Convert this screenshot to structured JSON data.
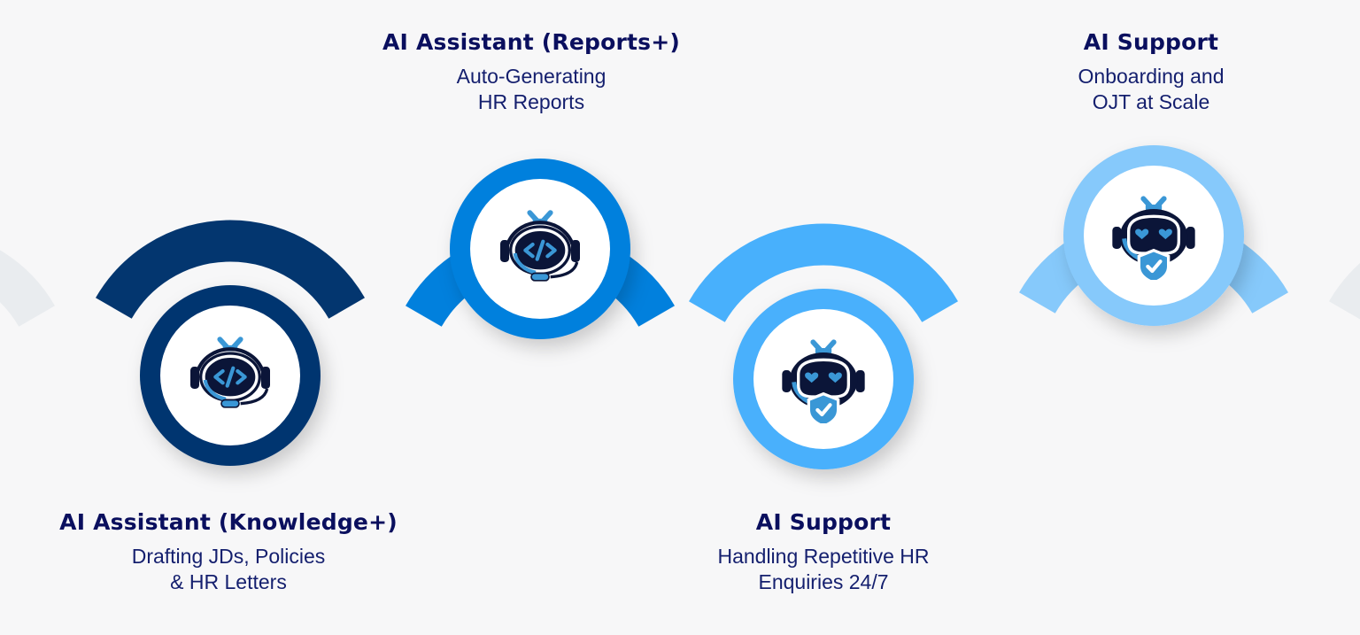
{
  "diagram": {
    "type": "process-timeline",
    "colors": {
      "background": "#f7f7f8",
      "text_dark": "#0a0f5e",
      "connector_grey": "#e9ecef",
      "robot_dark": "#0b1538",
      "robot_accent": "#3a97d6"
    },
    "steps": [
      {
        "title": "AI Assistant (Knowledge+)",
        "description_lines": [
          "Drafting JDs, Policies",
          "& HR Letters"
        ],
        "icon": "robot-code-headset-icon",
        "color": "#03366f"
      },
      {
        "title": "AI Assistant (Reports+)",
        "description_lines": [
          "Auto-Generating",
          "HR Reports"
        ],
        "icon": "robot-code-headset-icon",
        "color": "#0180dd"
      },
      {
        "title": "AI Support",
        "description_lines": [
          "Handling Repetitive HR",
          "Enquiries 24/7"
        ],
        "icon": "robot-heart-shield-icon",
        "color": "#48b0fc"
      },
      {
        "title": "AI Support",
        "description_lines": [
          "Onboarding and",
          "OJT at Scale"
        ],
        "icon": "robot-heart-shield-icon",
        "color": "#86c9fb"
      }
    ]
  }
}
